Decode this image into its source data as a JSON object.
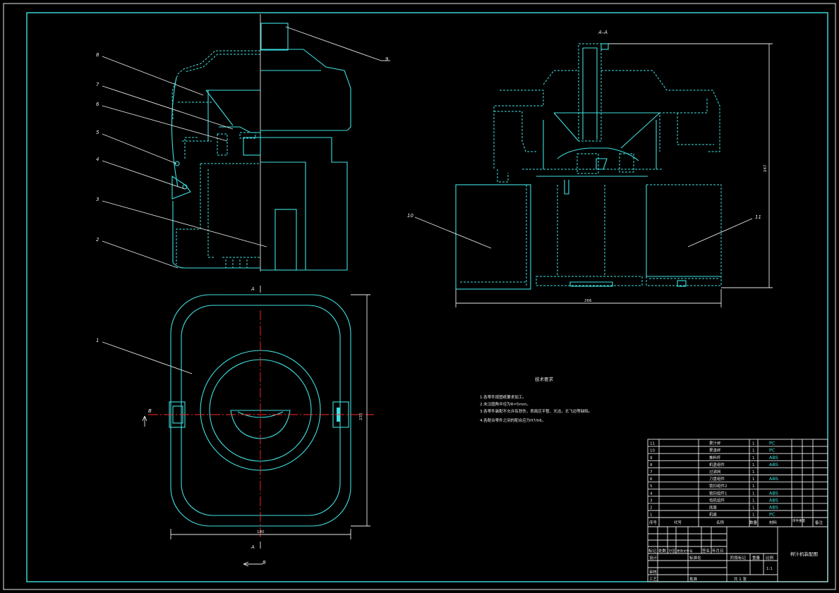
{
  "drawing": {
    "section_label": "A–A",
    "view_labels": {
      "a_top": "A",
      "a_bottom": "A",
      "b_left": "B",
      "b_bottom": "B"
    },
    "callouts": [
      "1",
      "2",
      "3",
      "4",
      "5",
      "6",
      "7",
      "8",
      "9",
      "10",
      "11"
    ],
    "dimensions": {
      "height_right": "247",
      "width_section": "266",
      "plan_width": "180",
      "plan_height": "235"
    }
  },
  "tech_notes": {
    "title": "技术要求",
    "items": [
      "1.各零件按图纸要求加工。",
      "2.未注圆角半径为R=5mm。",
      "3.各零件装配不允许有划伤，表面应平整、光洁，无飞边等缺陷。",
      "4.各配合零件之间的配合应为H7/h6。"
    ]
  },
  "bom": {
    "rows": [
      {
        "no": "11",
        "name": "果汁杯",
        "qty": "1",
        "material": "PC"
      },
      {
        "no": "10",
        "name": "果渣杯",
        "qty": "1",
        "material": "PC"
      },
      {
        "no": "9",
        "name": "推料杆",
        "qty": "1",
        "material": "ABS"
      },
      {
        "no": "8",
        "name": "机盖组件",
        "qty": "1",
        "material": "ABS"
      },
      {
        "no": "7",
        "name": "过滤网",
        "qty": "1",
        "material": ""
      },
      {
        "no": "6",
        "name": "刀盘组件",
        "qty": "1",
        "material": "ABS"
      },
      {
        "no": "5",
        "name": "锁扣组件2",
        "qty": "1",
        "material": ""
      },
      {
        "no": "4",
        "name": "锁扣组件1",
        "qty": "1",
        "material": "ABS"
      },
      {
        "no": "3",
        "name": "电机组件",
        "qty": "1",
        "material": "ABS"
      },
      {
        "no": "2",
        "name": "底座",
        "qty": "1",
        "material": "ABS"
      },
      {
        "no": "1",
        "name": "机座",
        "qty": "1",
        "material": "PC"
      }
    ],
    "header": {
      "seq": "序号",
      "code": "代号",
      "name": "名称",
      "qty": "数量",
      "material": "材料",
      "unit_weight": "单件重量",
      "remark": "备注"
    }
  },
  "title_block": {
    "title": "榨汁机装配图",
    "rev_labels": [
      "标记",
      "处数",
      "分区",
      "更改文件号",
      "签名",
      "年月日"
    ],
    "design": "设计",
    "standard": "标准化",
    "review": "审核",
    "process": "工艺",
    "approve": "批准",
    "stage": "阶段标记",
    "weight": "重量",
    "scale": "比例",
    "scale_value": "1:1",
    "sheets": "共 1 张"
  }
}
